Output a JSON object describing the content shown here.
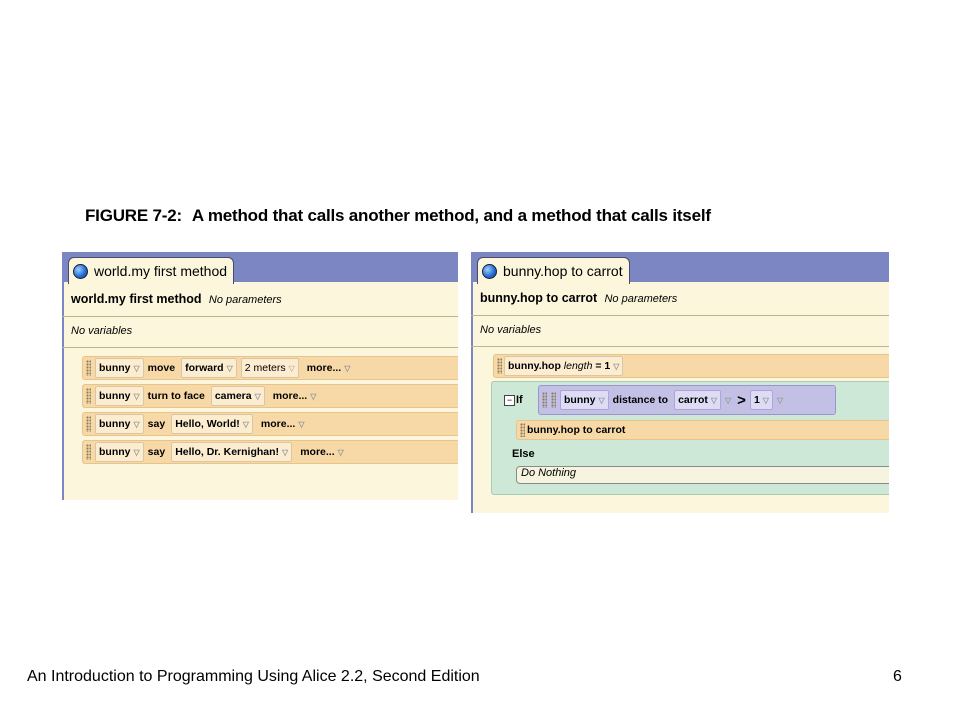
{
  "figure": {
    "number": "FIGURE 7-2:",
    "caption": "A method that calls another method, and a method that calls itself"
  },
  "left_panel": {
    "tab_label": "world.my first method",
    "method_name": "world.my first method",
    "params": "No parameters",
    "variables": "No variables",
    "statements": [
      {
        "obj": "bunny",
        "verb": "move",
        "args": [
          "forward",
          "2 meters"
        ],
        "more": "more..."
      },
      {
        "obj": "bunny",
        "verb": "turn to face",
        "args": [
          "camera"
        ],
        "more": "more..."
      },
      {
        "obj": "bunny",
        "verb": "say",
        "args": [
          "Hello, World!"
        ],
        "more": "more..."
      },
      {
        "obj": "bunny",
        "verb": "say",
        "args": [
          "Hello, Dr. Kernighan!"
        ],
        "more": "more..."
      }
    ]
  },
  "right_panel": {
    "tab_label": "bunny.hop to carrot",
    "method_name": "bunny.hop to carrot",
    "params": "No parameters",
    "variables": "No variables",
    "hop_stmt": {
      "call": "bunny.hop",
      "param": "length",
      "eq": "= 1"
    },
    "if_block": {
      "if_label": "If",
      "cond_obj": "bunny",
      "cond_fn": "distance to",
      "cond_target": "carrot",
      "op": ">",
      "value": "1",
      "then_stmt": "bunny.hop to carrot",
      "else_label": "Else",
      "else_stmt": "Do Nothing"
    }
  },
  "footer": {
    "title": "An Introduction to Programming Using Alice 2.2, Second Edition",
    "page": "6"
  },
  "colors": {
    "tabbar": "#7b86c2",
    "editor_bg": "#fbf6dc",
    "statement": "#f7d9a8",
    "if_block": "#cde8d6",
    "condition": "#c3c0e6"
  }
}
